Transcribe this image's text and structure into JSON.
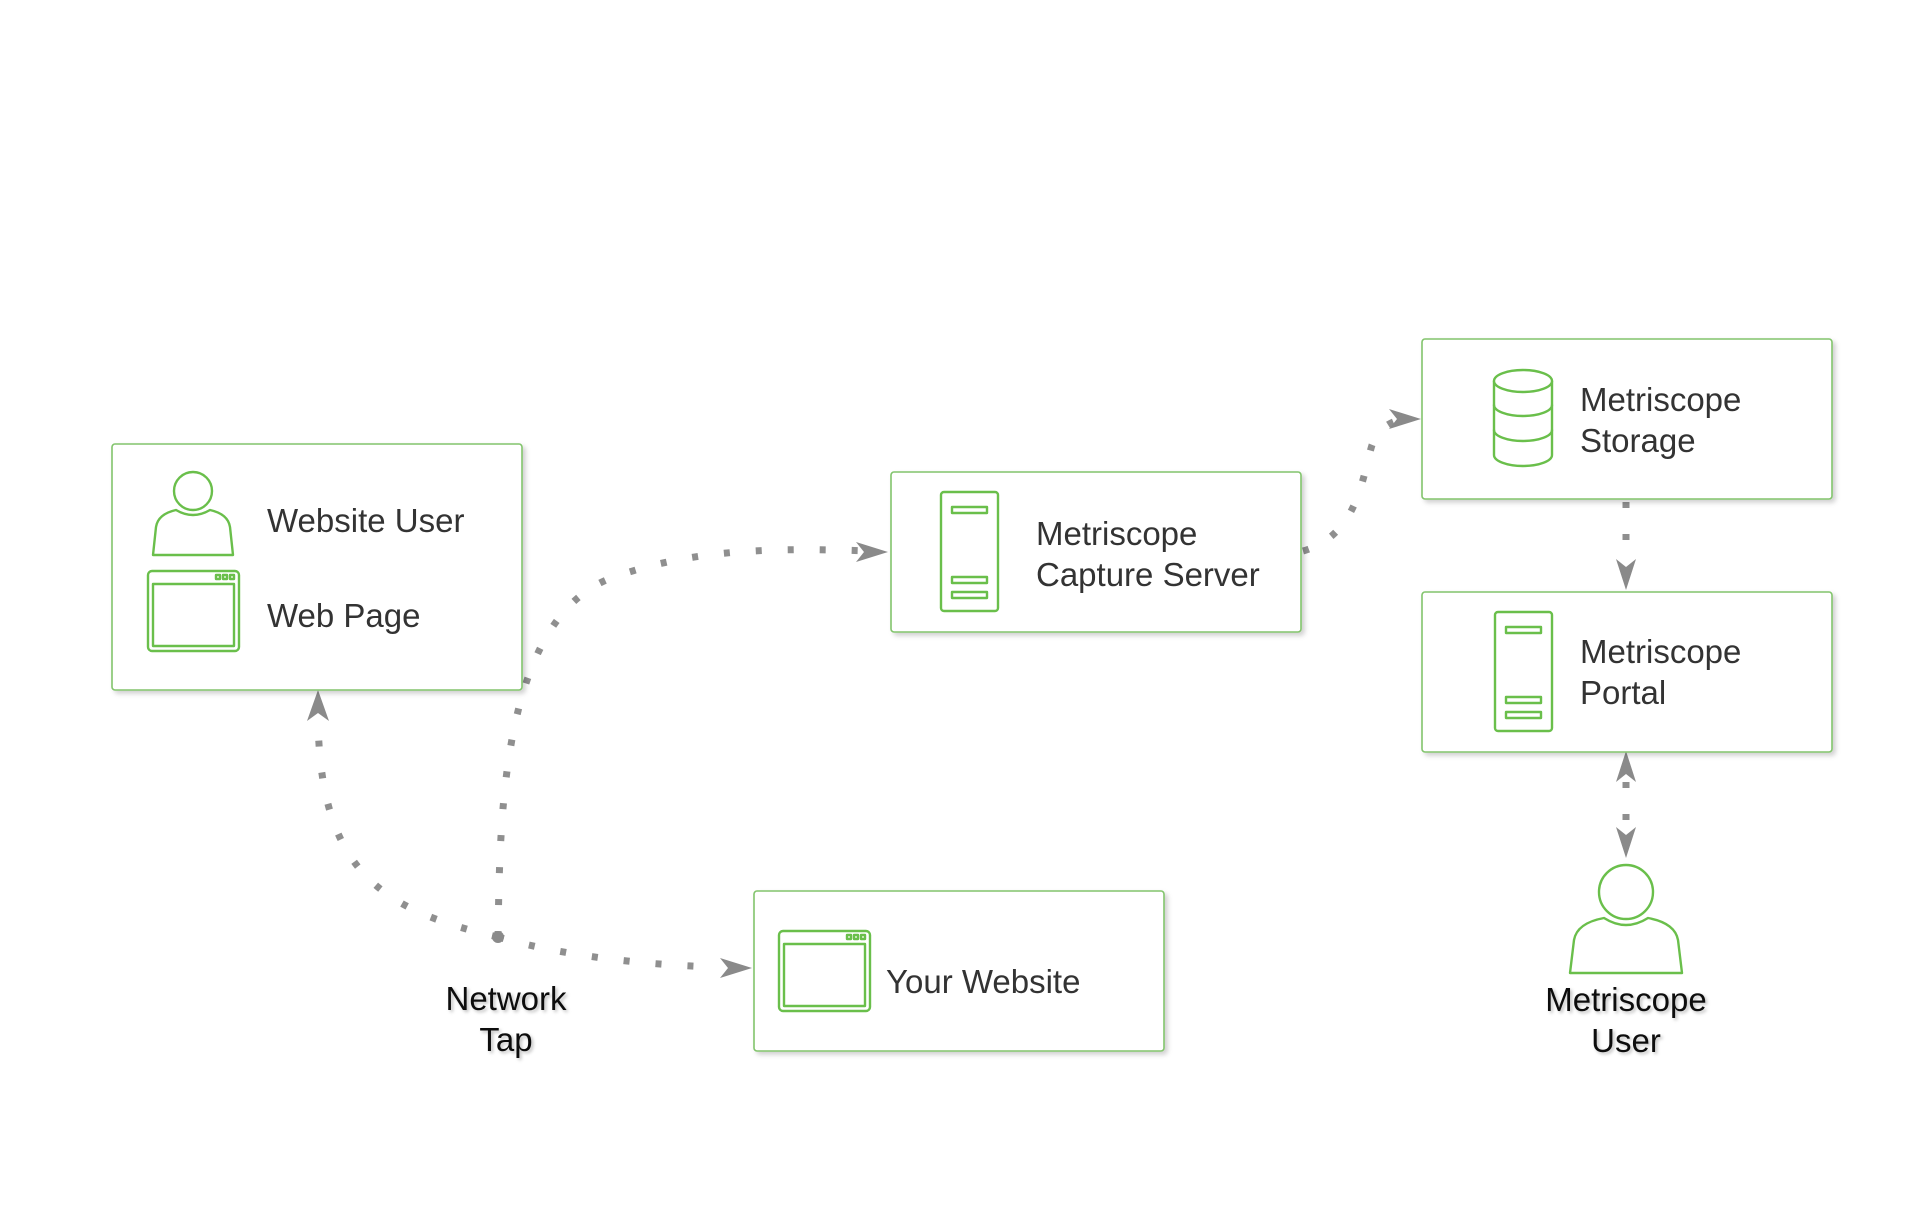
{
  "nodes": {
    "website_user": {
      "label": "Website User",
      "icon": "user-icon"
    },
    "web_page": {
      "label": "Web Page",
      "icon": "browser-window-icon"
    },
    "capture_server": {
      "line1": "Metriscope",
      "line2": "Capture Server",
      "icon": "server-icon"
    },
    "storage": {
      "line1": "Metriscope",
      "line2": "Storage",
      "icon": "database-icon"
    },
    "portal": {
      "line1": "Metriscope",
      "line2": "Portal",
      "icon": "server-icon"
    },
    "your_website": {
      "label": "Your Website",
      "icon": "browser-window-icon"
    },
    "network_tap": {
      "line1": "Network",
      "line2": "Tap"
    },
    "metriscope_user": {
      "line1": "Metriscope",
      "line2": "User",
      "icon": "user-icon"
    }
  },
  "colors": {
    "accent": "#6abf4b",
    "box_border": "#82c46c",
    "connector": "#8f8f8f",
    "text": "#333333"
  }
}
